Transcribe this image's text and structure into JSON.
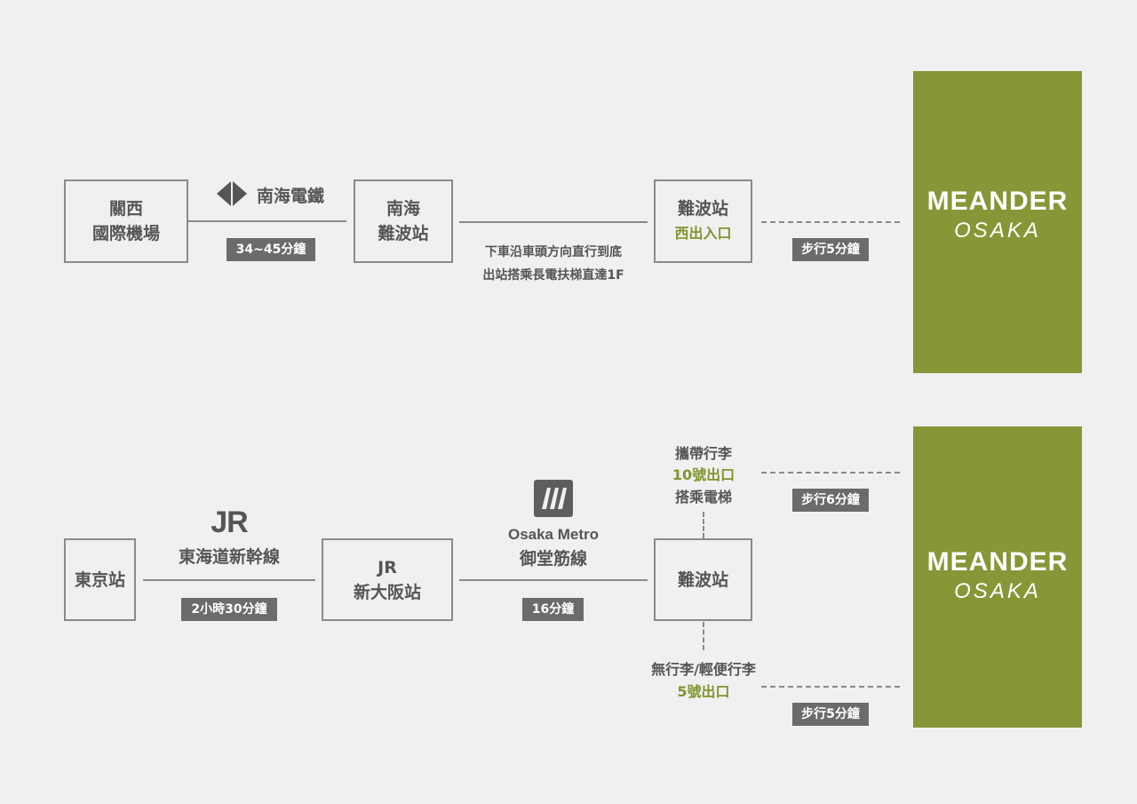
{
  "route1": {
    "kix": {
      "line1": "關西",
      "line2": "國際機場"
    },
    "nankai_logo_label": "南海電鐵",
    "time1": "34~45分鐘",
    "nankai_namba": {
      "line1": "南海",
      "line2": "難波站"
    },
    "instruction": {
      "line1": "下車沿車頭方向直行到底",
      "line2": "出站搭乘長電扶梯直達1F"
    },
    "namba": {
      "line1": "難波站",
      "line2": "西出入口"
    },
    "walk": "步行5分鐘",
    "dest": {
      "brand": "MEANDER",
      "city": "OSAKA"
    }
  },
  "route2": {
    "tokyo": "東京站",
    "jr_logo": "JR",
    "jr_line": "東海道新幹線",
    "time1": "2小時30分鐘",
    "shin_osaka": {
      "line1": "JR",
      "line2": "新大阪站"
    },
    "metro_logo": "Osaka Metro",
    "metro_line": "御堂筋線",
    "time2": "16分鐘",
    "namba": "難波站",
    "upper_note": {
      "line1": "攜帶行李",
      "line2": "10號出口",
      "line3": "搭乘電梯"
    },
    "walk_upper": "步行6分鐘",
    "lower_note": {
      "line1": "無行李/輕便行李",
      "line2": "5號出口"
    },
    "walk_lower": "步行5分鐘",
    "dest": {
      "brand": "MEANDER",
      "city": "OSAKA"
    }
  },
  "colors": {
    "accent": "#879637",
    "accent_text": "#80952f",
    "tag": "#6b6b6b",
    "border": "#8a8a8a",
    "background": "#f0f0f0"
  }
}
